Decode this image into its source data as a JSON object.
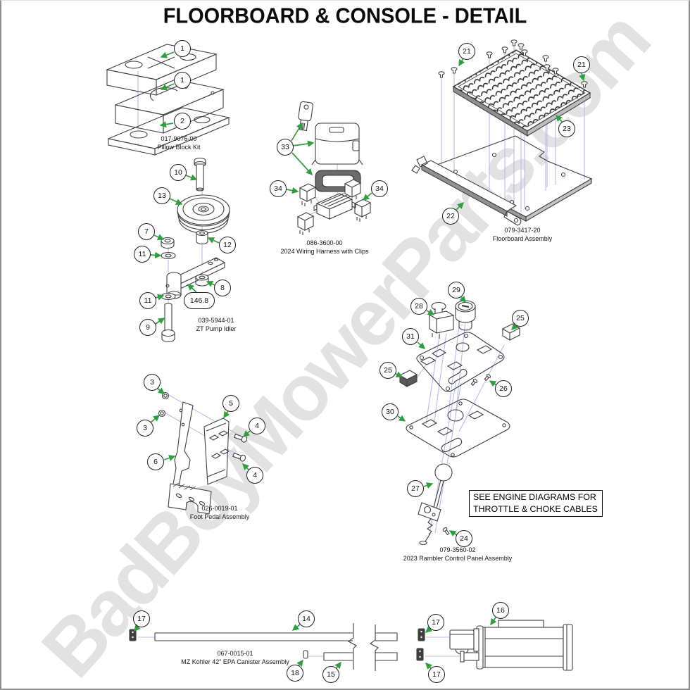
{
  "page": {
    "title": "FLOORBOARD & CONSOLE - DETAIL",
    "watermark": "BadBoyMowerParts.com"
  },
  "note_box": {
    "line1": "SEE ENGINE DIAGRAMS FOR",
    "line2": "THROTTLE & CHOKE CABLES"
  },
  "colors": {
    "arrow_green": "#2f9e3f",
    "guide_line": "#b9bce8",
    "line_art": "#3f3f3f",
    "watermark_gray": "#e2e2e2"
  },
  "assemblies": [
    {
      "id": "pillow-block-kit",
      "part_number": "017-9076-00",
      "name": "Pillow Block Kit"
    },
    {
      "id": "wiring-harness",
      "part_number": "086-3600-00",
      "name": "2024 Wiring Harness with Clips"
    },
    {
      "id": "floorboard",
      "part_number": "079-3417-20",
      "name": "Floorboard Assembly"
    },
    {
      "id": "zt-pump-idler",
      "part_number": "039-5944-01",
      "name": "ZT Pump Idler"
    },
    {
      "id": "foot-pedal",
      "part_number": "026-0019-01",
      "name": "Foot Pedal Assembly"
    },
    {
      "id": "control-panel",
      "part_number": "079-3560-02",
      "name": "2023 Rambler Control Panel Assembly"
    },
    {
      "id": "canister",
      "part_number": "067-0015-01",
      "name": "MZ Kohler 42\" EPA Canister Assembly"
    }
  ],
  "callouts": [
    {
      "num": "1"
    },
    {
      "num": "1"
    },
    {
      "num": "2"
    },
    {
      "num": "10"
    },
    {
      "num": "13"
    },
    {
      "num": "7"
    },
    {
      "num": "11"
    },
    {
      "num": "12"
    },
    {
      "num": "8"
    },
    {
      "num": "11"
    },
    {
      "num": "146.8"
    },
    {
      "num": "9"
    },
    {
      "num": "33"
    },
    {
      "num": "34"
    },
    {
      "num": "34"
    },
    {
      "num": "21"
    },
    {
      "num": "21"
    },
    {
      "num": "23"
    },
    {
      "num": "22"
    },
    {
      "num": "3"
    },
    {
      "num": "3"
    },
    {
      "num": "5"
    },
    {
      "num": "4"
    },
    {
      "num": "4"
    },
    {
      "num": "6"
    },
    {
      "num": "28"
    },
    {
      "num": "29"
    },
    {
      "num": "25"
    },
    {
      "num": "31"
    },
    {
      "num": "25"
    },
    {
      "num": "26"
    },
    {
      "num": "30"
    },
    {
      "num": "27"
    },
    {
      "num": "24"
    },
    {
      "num": "17"
    },
    {
      "num": "14"
    },
    {
      "num": "18"
    },
    {
      "num": "15"
    },
    {
      "num": "16"
    },
    {
      "num": "17"
    },
    {
      "num": "17"
    }
  ]
}
